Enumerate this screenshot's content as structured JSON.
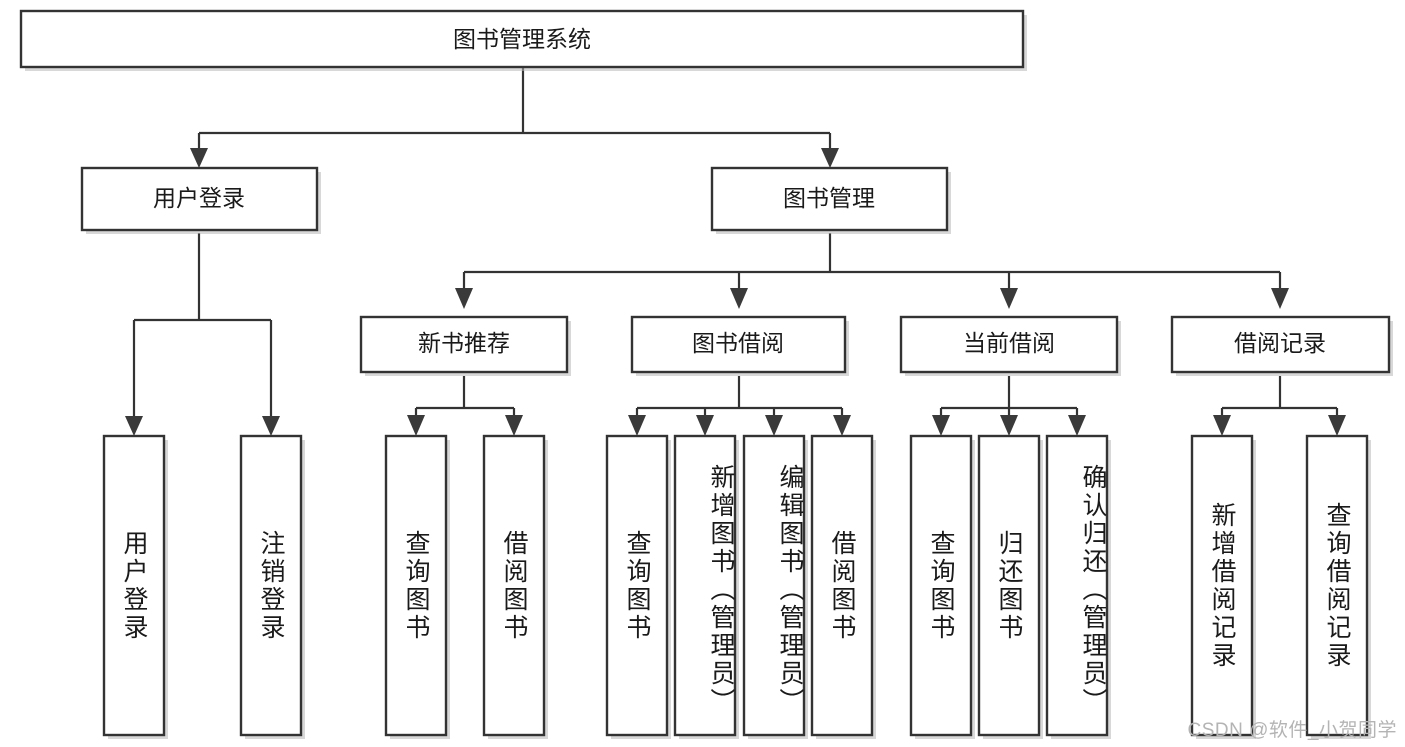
{
  "diagram": {
    "type": "tree-hierarchy",
    "title": "图书管理系统",
    "orientation": "top-down",
    "watermark": "CSDN @软件_小贺同学",
    "colors": {
      "box_fill": "#ffffff",
      "box_stroke": "#333333",
      "connector": "#333333",
      "text": "#1a1a1a",
      "watermark": "#b4b4b4"
    },
    "root": {
      "label": "图书管理系统"
    },
    "level2": [
      {
        "label": "用户登录"
      },
      {
        "label": "图书管理"
      }
    ],
    "level3": [
      {
        "label": "新书推荐"
      },
      {
        "label": "图书借阅"
      },
      {
        "label": "当前借阅"
      },
      {
        "label": "借阅记录"
      }
    ],
    "leaves": {
      "user_login": [
        {
          "label": "用户登录"
        },
        {
          "label": "注销登录"
        }
      ],
      "new_book_recommend": [
        {
          "label": "查询图书"
        },
        {
          "label": "借阅图书"
        }
      ],
      "book_borrow": [
        {
          "label": "查询图书"
        },
        {
          "label": "新增图书（管理员）"
        },
        {
          "label": "编辑图书（管理员）"
        },
        {
          "label": "借阅图书"
        }
      ],
      "current_borrow": [
        {
          "label": "查询图书"
        },
        {
          "label": "归还图书"
        },
        {
          "label": "确认归还（管理员）"
        }
      ],
      "borrow_record": [
        {
          "label": "新增借阅记录"
        },
        {
          "label": "查询借阅记录"
        }
      ]
    }
  }
}
